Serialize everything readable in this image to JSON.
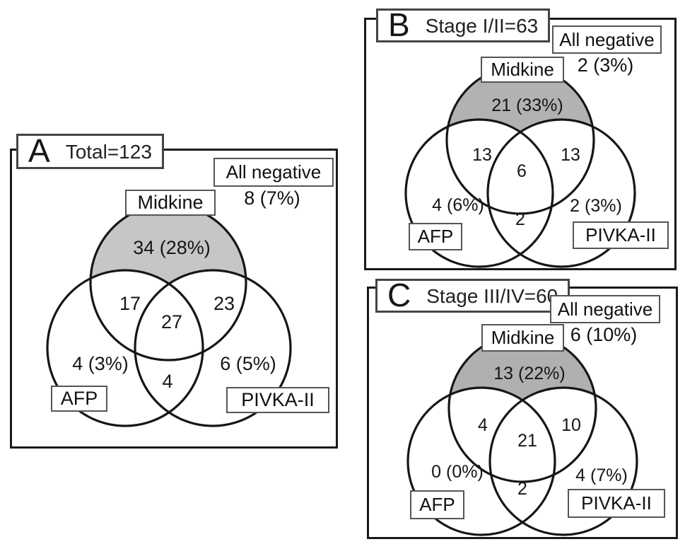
{
  "panels": [
    {
      "letter": "A",
      "title": "Total=123",
      "all_negative": {
        "label": "All negative",
        "value": "8 (7%)"
      },
      "sets": {
        "top": "Midkine",
        "left": "AFP",
        "right": "PIVKA-II"
      },
      "regions": {
        "midkine_only": "34 (28%)",
        "midkine_afp": "17",
        "midkine_pivka": "23",
        "all_three": "27",
        "afp_only": "4 (3%)",
        "afp_pivka": "4",
        "pivka_only": "6 (5%)"
      },
      "colors": {
        "shade": "#c6c6c6"
      }
    },
    {
      "letter": "B",
      "title": "Stage I/II=63",
      "all_negative": {
        "label": "All negative",
        "value": "2 (3%)"
      },
      "sets": {
        "top": "Midkine",
        "left": "AFP",
        "right": "PIVKA-II"
      },
      "regions": {
        "midkine_only": "21 (33%)",
        "midkine_afp": "13",
        "midkine_pivka": "13",
        "all_three": "6",
        "afp_only": "4 (6%)",
        "afp_pivka": "2",
        "pivka_only": "2 (3%)"
      },
      "colors": {
        "shade": "#b2b2b2"
      }
    },
    {
      "letter": "C",
      "title": "Stage III/IV=60",
      "all_negative": {
        "label": "All negative",
        "value": "6 (10%)"
      },
      "sets": {
        "top": "Midkine",
        "left": "AFP",
        "right": "PIVKA-II"
      },
      "regions": {
        "midkine_only": "13 (22%)",
        "midkine_afp": "4",
        "midkine_pivka": "10",
        "all_three": "21",
        "afp_only": "0 (0%)",
        "afp_pivka": "2",
        "pivka_only": "4 (7%)"
      },
      "colors": {
        "shade": "#b0b0b0"
      }
    }
  ]
}
